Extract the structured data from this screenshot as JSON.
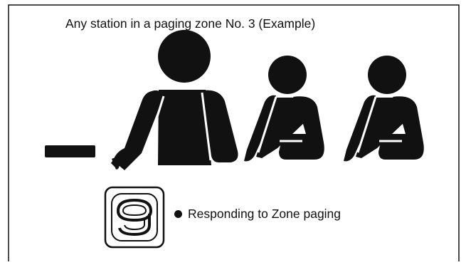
{
  "caption": "Any station in a paging zone No. 3 (Example)",
  "key": {
    "digit": "9",
    "icon": "key-9-icon"
  },
  "note": {
    "text": "Responding to Zone paging",
    "bullet_icon": "filled-circle-bullet"
  },
  "colors": {
    "ink": "#111111",
    "background": "#ffffff"
  }
}
